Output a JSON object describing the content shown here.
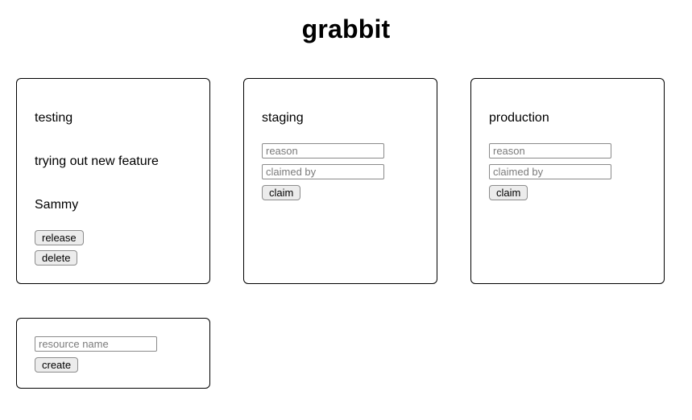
{
  "title": "grabbit",
  "cards": [
    {
      "name": "testing",
      "reason": "trying out new feature",
      "claimed_by": "Sammy",
      "release_button": "release",
      "delete_button": "delete"
    },
    {
      "name": "staging",
      "reason_placeholder": "reason",
      "claimed_by_placeholder": "claimed by",
      "claim_button": "claim"
    },
    {
      "name": "production",
      "reason_placeholder": "reason",
      "claimed_by_placeholder": "claimed by",
      "claim_button": "claim"
    }
  ],
  "create_form": {
    "resource_name_placeholder": "resource name",
    "create_button": "create"
  }
}
